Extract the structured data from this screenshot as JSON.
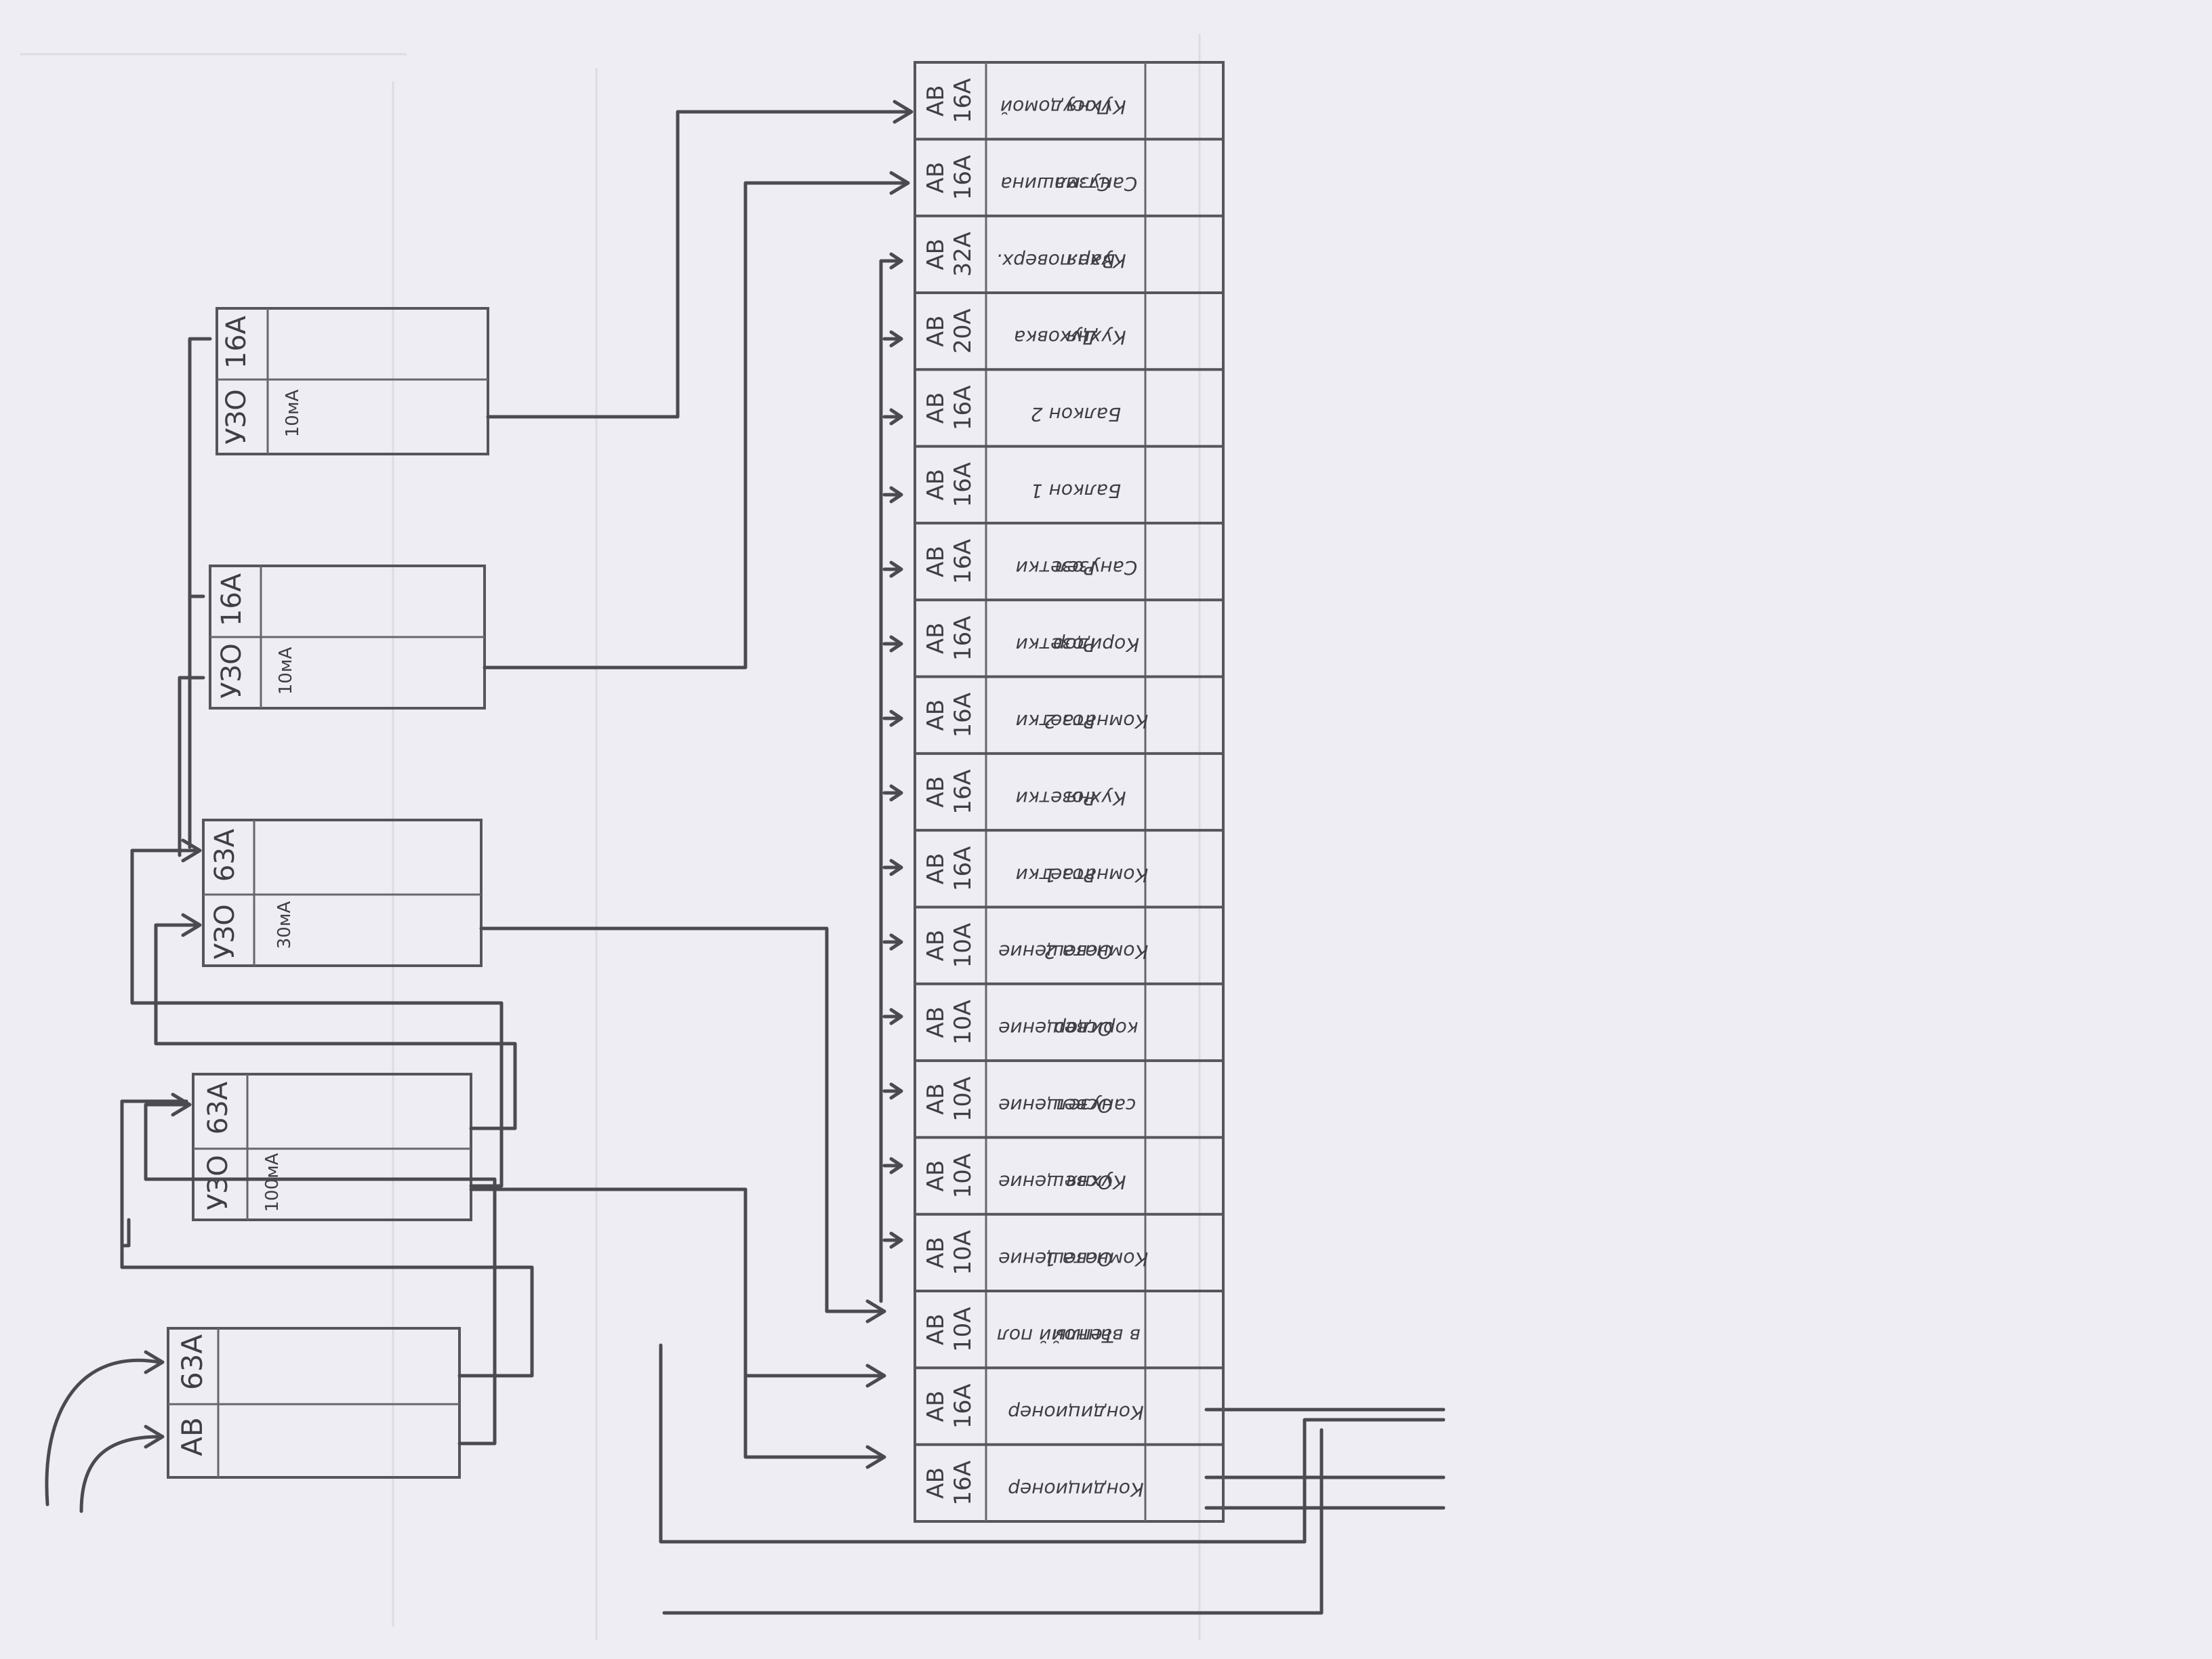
{
  "colors": {
    "paper": "#eeedf3",
    "desk": "#e6d4a4",
    "pencil": "#4a4a50"
  },
  "input_breaker": {
    "type": "АВ",
    "rating": "63А"
  },
  "rcds": [
    {
      "type": "УЗО",
      "rating": "63А",
      "leak": "100мА"
    },
    {
      "type": "УЗО",
      "rating": "63А",
      "leak": "30мА"
    },
    {
      "type": "УЗО",
      "rating": "16А",
      "leak": "10мА"
    },
    {
      "type": "УЗО",
      "rating": "16А",
      "leak": "10мА"
    }
  ],
  "breakers": [
    {
      "type": "АВ",
      "rating": "16А",
      "load": [
        "Посудомой",
        "Кухня"
      ]
    },
    {
      "type": "АВ",
      "rating": "16А",
      "load": [
        "Ст.машина",
        "Санузел"
      ]
    },
    {
      "type": "АВ",
      "rating": "32А",
      "load": [
        "Вар.поверх.",
        "Кухня"
      ]
    },
    {
      "type": "АВ",
      "rating": "20А",
      "load": [
        "Духовка",
        "Кухня"
      ]
    },
    {
      "type": "АВ",
      "rating": "16А",
      "load": [
        "Балкон 2"
      ]
    },
    {
      "type": "АВ",
      "rating": "16А",
      "load": [
        "Балкон 1"
      ]
    },
    {
      "type": "АВ",
      "rating": "16А",
      "load": [
        "Розетки",
        "Санузел"
      ]
    },
    {
      "type": "АВ",
      "rating": "16А",
      "load": [
        "Розетки",
        "Коридор"
      ]
    },
    {
      "type": "АВ",
      "rating": "16А",
      "load": [
        "Розетки",
        "Комната 2"
      ]
    },
    {
      "type": "АВ",
      "rating": "16А",
      "load": [
        "Розетки",
        "Кухня"
      ]
    },
    {
      "type": "АВ",
      "rating": "16А",
      "load": [
        "Розетки",
        "Комната 1"
      ]
    },
    {
      "type": "АВ",
      "rating": "10А",
      "load": [
        "Освещение",
        "Комната 2"
      ]
    },
    {
      "type": "АВ",
      "rating": "10А",
      "load": [
        "Освещение",
        "коридор"
      ]
    },
    {
      "type": "АВ",
      "rating": "10А",
      "load": [
        "Освещение",
        "санузел"
      ]
    },
    {
      "type": "АВ",
      "rating": "10А",
      "load": [
        "Освещение",
        "Кухня"
      ]
    },
    {
      "type": "АВ",
      "rating": "10А",
      "load": [
        "Освещение",
        "Комната 1"
      ]
    },
    {
      "type": "АВ",
      "rating": "10А",
      "load": [
        "Теплый пол",
        "в ванной"
      ]
    },
    {
      "type": "АВ",
      "rating": "16А",
      "load": [
        "Кондиционер"
      ]
    },
    {
      "type": "АВ",
      "rating": "16А",
      "load": [
        "Кондиционер"
      ]
    }
  ]
}
